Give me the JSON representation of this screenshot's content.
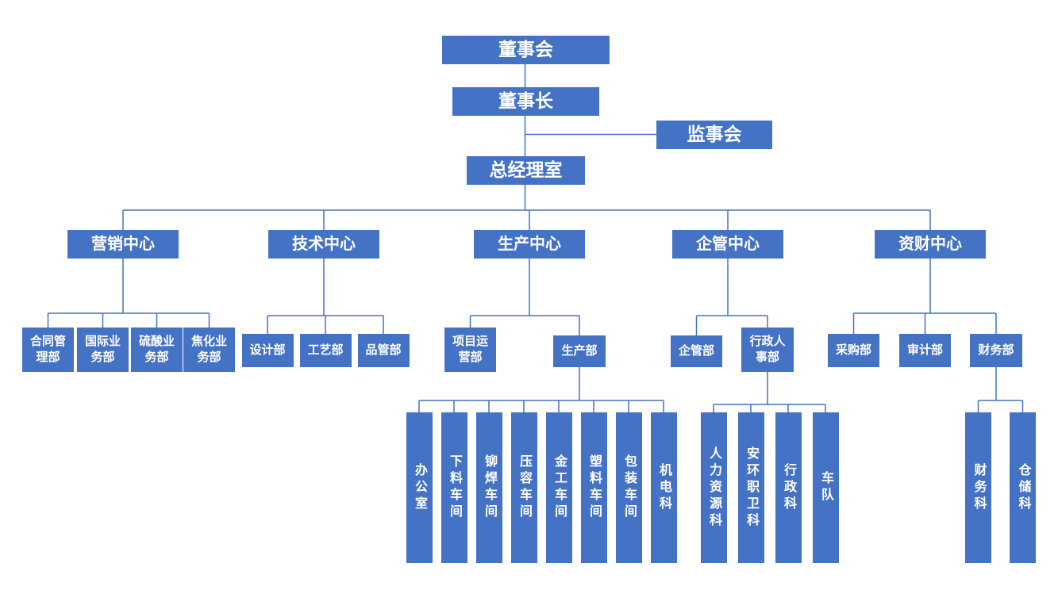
{
  "colors": {
    "box": "#4472C4",
    "line": "#4472C4",
    "text": "#FFFFFF",
    "background": "#FFFFFF"
  },
  "org": {
    "board": "董事会",
    "chairman": "董事长",
    "supervisory_board": "监事会",
    "gm_office": "总经理室",
    "centers": [
      "营销中心",
      "技术中心",
      "生产中心",
      "企管中心",
      "资财中心"
    ],
    "marketing_depts": [
      "合同管\n理部",
      "国际业\n务部",
      "硫酸业\n务部",
      "焦化业\n务部"
    ],
    "technology_depts": [
      "设计部",
      "工艺部",
      "品管部"
    ],
    "production_depts": [
      "项目运\n营部",
      "生产部"
    ],
    "management_depts": [
      "企管部",
      "行政人\n事部"
    ],
    "finance_depts": [
      "采购部",
      "审计部",
      "财务部"
    ],
    "production_sections": [
      "办公室",
      "下料车间",
      "铆焊车间",
      "压容车间",
      "金工车间",
      "塑料车间",
      "包装车间",
      "机电科"
    ],
    "hr_sections": [
      "人力资源科",
      "安环职卫科",
      "行政科",
      "车队"
    ],
    "finance_sections": [
      "财务科",
      "仓储科"
    ]
  }
}
